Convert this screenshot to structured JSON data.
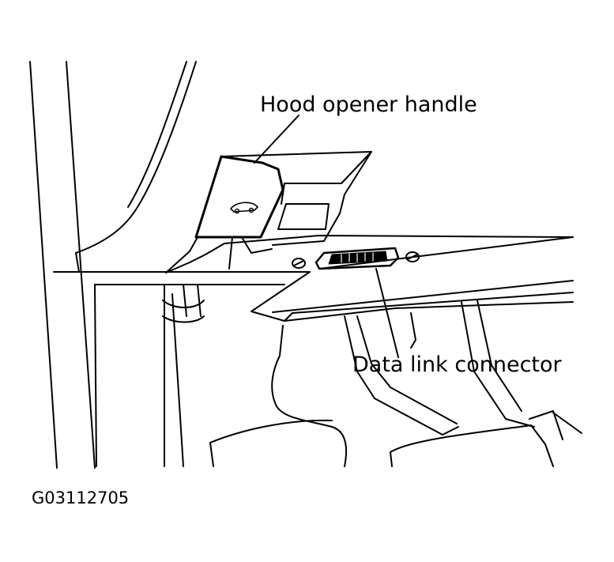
{
  "labels": {
    "hood_opener_handle": "Hood opener handle",
    "data_link_connector": "Data link connector"
  },
  "figure_code": "G03112705",
  "colors": {
    "line": "#000000",
    "background": "#ffffff"
  }
}
